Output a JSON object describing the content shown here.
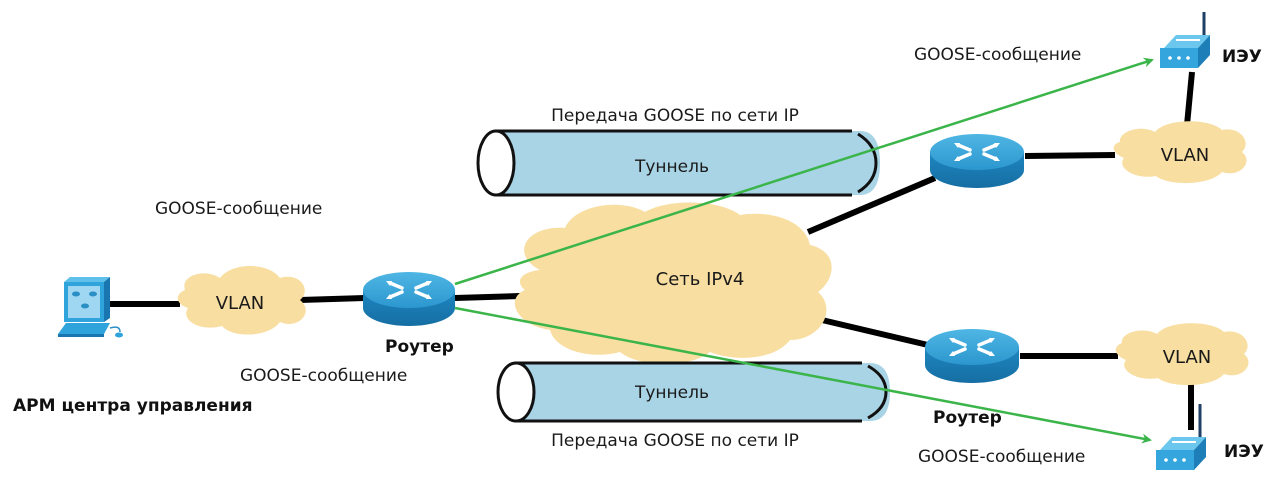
{
  "diagram": {
    "colors": {
      "cloud": "#f8dea0",
      "tunnel": "#a9d4e6",
      "device": "#1e8fc8",
      "device_top": "#3fb0e0",
      "ied": "#3aa8de",
      "arrow": "#3bb54a",
      "link": "#000000"
    },
    "left": {
      "workstation_label": "АРМ центра управления",
      "vlan_label": "VLAN",
      "router_label": "Роутер",
      "goose_top_label": "GOOSE-сообщение",
      "goose_bottom_label": "GOOSE-сообщение"
    },
    "center": {
      "network_label": "Сеть IPv4",
      "tunnel_top": {
        "title": "Передача GOOSE по сети IP",
        "label": "Туннель"
      },
      "tunnel_bottom": {
        "title": "Передача GOOSE по сети IP",
        "label": "Туннель"
      }
    },
    "right_top": {
      "vlan_label": "VLAN",
      "ied_label": "ИЭУ",
      "goose_label": "GOOSE-сообщение"
    },
    "right_bottom": {
      "vlan_label": "VLAN",
      "ied_label": "ИЭУ",
      "router_label": "Роутер",
      "goose_label": "GOOSE-сообщение"
    }
  }
}
